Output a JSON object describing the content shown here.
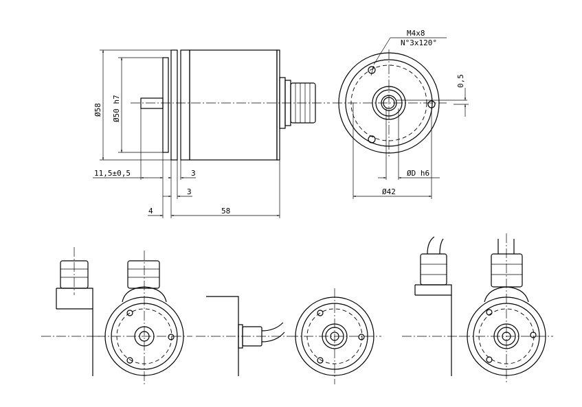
{
  "dimensions": {
    "dia_58": "Ø58",
    "dia_50": "Ø50 h7",
    "shaft_len": "11,5±0,5",
    "flange_3a": "3",
    "flange_3b": "3",
    "spigot_4": "4",
    "body_58": "58",
    "thread": "M4x8",
    "holes": "N°3x120°",
    "offset": "0,5",
    "shaft_dia": "ØD h6",
    "pcd": "Ø42"
  }
}
